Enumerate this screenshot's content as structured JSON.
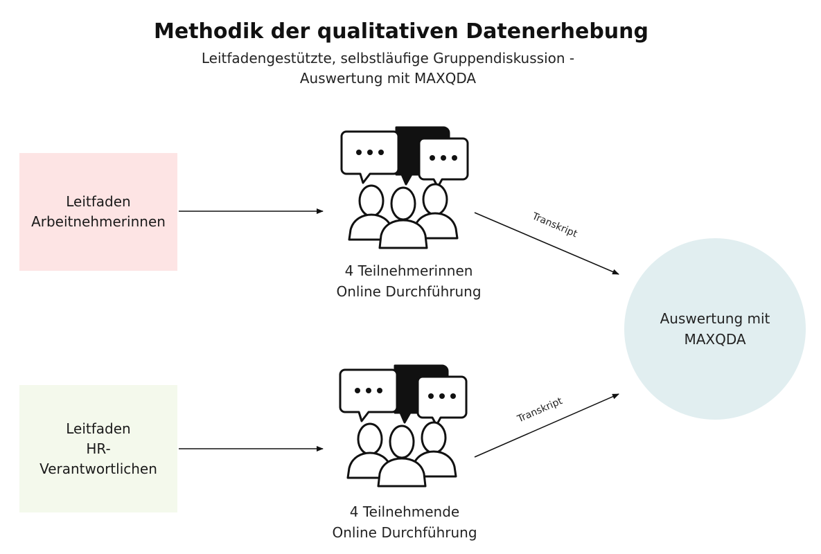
{
  "title": "Methodik der qualitativen Datenerhebung",
  "subtitle": {
    "line1": "Leitfadengestützte, selbstläufige Gruppendiskussion -",
    "line2": "Auswertung mit MAXQDA"
  },
  "guides": [
    {
      "lines": [
        "Leitfaden",
        "Arbeitnehmerinnen"
      ],
      "color": "#fde4e4"
    },
    {
      "lines": [
        "Leitfaden",
        "HR-",
        "Verantwortlichen"
      ],
      "color": "#f4f9ec"
    }
  ],
  "groups": [
    {
      "lines": [
        "4 Teilnehmerinnen",
        "Online Durchführung"
      ],
      "icon": "group-discussion-icon"
    },
    {
      "lines": [
        "4 Teilnehmende",
        "Online Durchführung"
      ],
      "icon": "group-discussion-icon"
    }
  ],
  "result": {
    "lines": [
      "Auswertung mit",
      "MAXQDA"
    ],
    "color": "#e1eef0"
  },
  "edges": [
    {
      "label": "Transkript"
    },
    {
      "label": "Transkript"
    }
  ]
}
